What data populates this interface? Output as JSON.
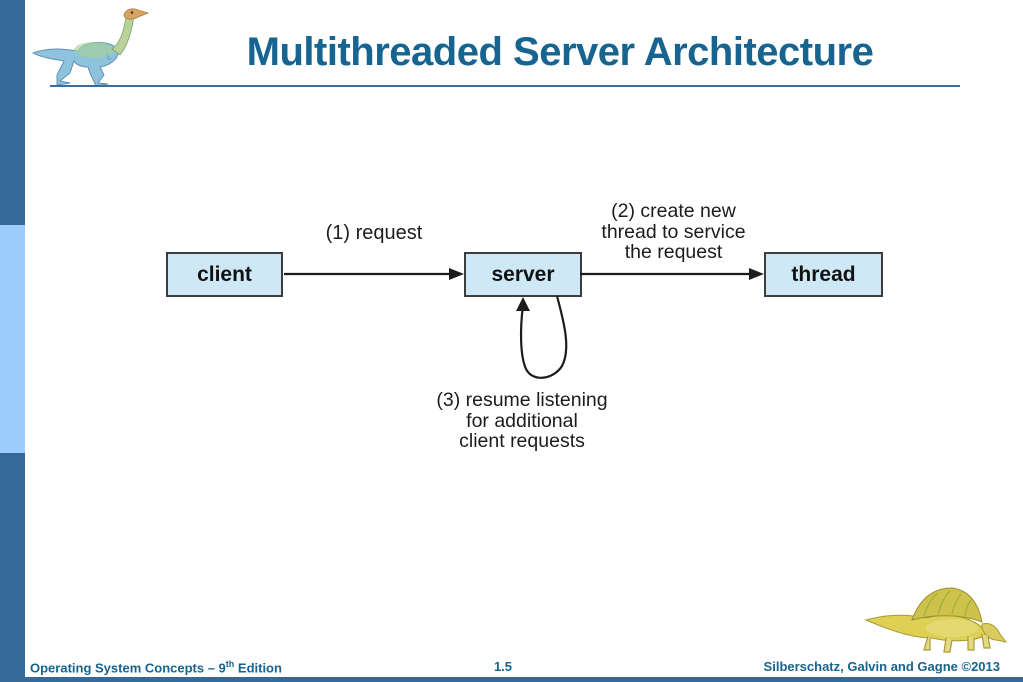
{
  "slide": {
    "title": "Multithreaded Server Architecture",
    "footer": {
      "left_prefix": "Operating System Concepts – 9",
      "left_sup": "th",
      "left_suffix": " Edition",
      "page": "1.5",
      "right": "Silberschatz, Galvin and Gagne ©2013"
    }
  },
  "diagram": {
    "nodes": [
      {
        "id": "client",
        "label": "client"
      },
      {
        "id": "server",
        "label": "server"
      },
      {
        "id": "thread",
        "label": "thread"
      }
    ],
    "labels": {
      "step1": "(1) request",
      "step2_lines": [
        "(2) create new",
        "thread to service",
        "the request"
      ],
      "step3_lines": [
        "(3) resume listening",
        "for additional",
        "client requests"
      ]
    },
    "icons": {
      "top_left": "dinosaur-logo-icon",
      "bottom_right": "dinosaur-footer-icon"
    }
  },
  "colors": {
    "accent_blue": "#16648f",
    "sidebar_dark": "#36689a",
    "sidebar_light": "#9cccfa",
    "node_fill": "#cfe8f6",
    "node_border": "#3d3d3d",
    "arrow": "#1c1c1c",
    "rule": "#3a6e9e"
  }
}
